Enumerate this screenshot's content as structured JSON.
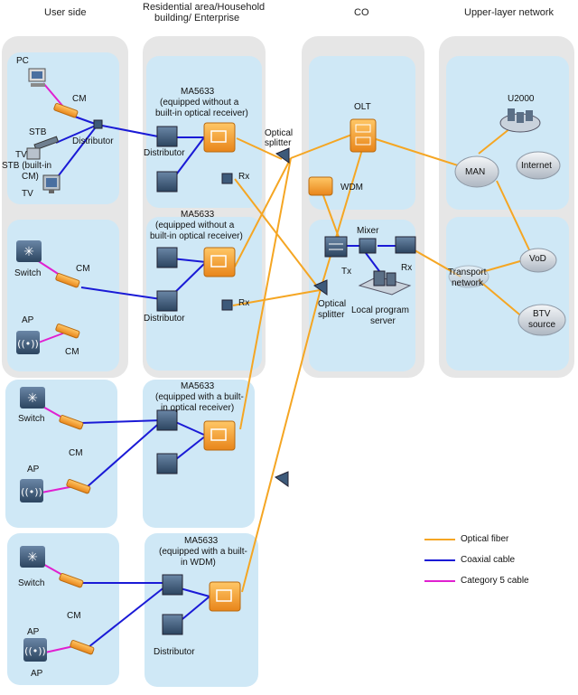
{
  "headers": {
    "user_side": "User side",
    "residential_line1": "Residential area/Household",
    "residential_line2": "building/ Enterprise",
    "co": "CO",
    "upper": "Upper-layer network"
  },
  "labels": {
    "pc": "PC",
    "cm": "CM",
    "stb": "STB",
    "tv": "TV",
    "stb_builtin_1": "STB (built-in",
    "stb_builtin_2": "CM)",
    "distributor": "Distributor",
    "switch": "Switch",
    "ap": "AP",
    "rx": "Rx",
    "tx": "Tx",
    "mixer": "Mixer",
    "olt": "OLT",
    "wdm": "WDM",
    "man": "MAN",
    "internet": "Internet",
    "u2000": "U2000",
    "vod": "VoD",
    "btv_1": "BTV",
    "btv_2": "source",
    "transport_1": "Transport",
    "transport_2": "network",
    "optical_splitter_1": "Optical",
    "optical_splitter_2": "splitter",
    "local_server_1": "Local program",
    "local_server_2": "server",
    "ma1_line1": "MA5633",
    "ma1_line2": "(equipped without a",
    "ma1_line3": "built-in optical receiver)",
    "ma2_line1": "MA5633",
    "ma2_line2": "(equipped without a",
    "ma2_line3": "built-in optical receiver)",
    "ma3_line1": "MA5633",
    "ma3_line2": "(equipped with a built-",
    "ma3_line3": "in optical receiver)",
    "ma4_line1": "MA5633",
    "ma4_line2": "(equipped with a built-",
    "ma4_line3": "in WDM)"
  },
  "legend": {
    "optical": "Optical fiber",
    "coax": "Coaxial cable",
    "cat5": "Category 5 cable"
  },
  "colors": {
    "optical": "#f5a623",
    "coax": "#1a1ad6",
    "cat5": "#e020d0",
    "panel_outer": "#e6e6e6",
    "panel_inner": "#cfe8f6"
  }
}
